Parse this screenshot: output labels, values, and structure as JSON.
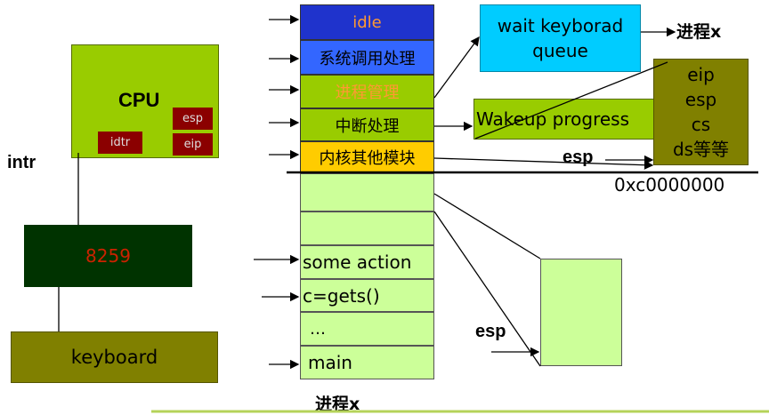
{
  "cpu": {
    "label": "CPU",
    "regs": {
      "esp": "esp",
      "eip": "eip",
      "idtr": "idtr"
    }
  },
  "intr_label": "intr",
  "pic_label": "8259",
  "keyboard_label": "keyboard",
  "kernel_stack": [
    {
      "label": "idle",
      "bg": "#1f33cc",
      "color": "#ff9933"
    },
    {
      "label": "系统调用处理",
      "bg": "#3366ff",
      "color": "#000000"
    },
    {
      "label": "进程管理",
      "bg": "#99cc00",
      "color": "#ff9933"
    },
    {
      "label": "中断处理",
      "bg": "#99cc00",
      "color": "#000000"
    },
    {
      "label": "内核其他模块",
      "bg": "#ffcc00",
      "color": "#000000"
    }
  ],
  "user_stack": [
    "",
    "",
    "some action",
    "c=gets()",
    "…",
    "main"
  ],
  "wait_queue_lines": [
    "wait keyborad",
    "queue"
  ],
  "wait_target": "进程x",
  "wakeup_label": "Wakeup progress",
  "context_regs": [
    "eip",
    "esp",
    "cs",
    "ds等等"
  ],
  "esp_pointer_top": "esp",
  "boundary_addr": "0xc0000000",
  "esp_pointer_bottom": "esp",
  "process_label": "进程x",
  "colors": {
    "cpu": "#99cc00",
    "reg": "#8b0000",
    "pic": "#003300",
    "keyboard": "#808000",
    "stack_light": "#ccff99",
    "wait": "#00ccff",
    "ctx": "#808000"
  }
}
